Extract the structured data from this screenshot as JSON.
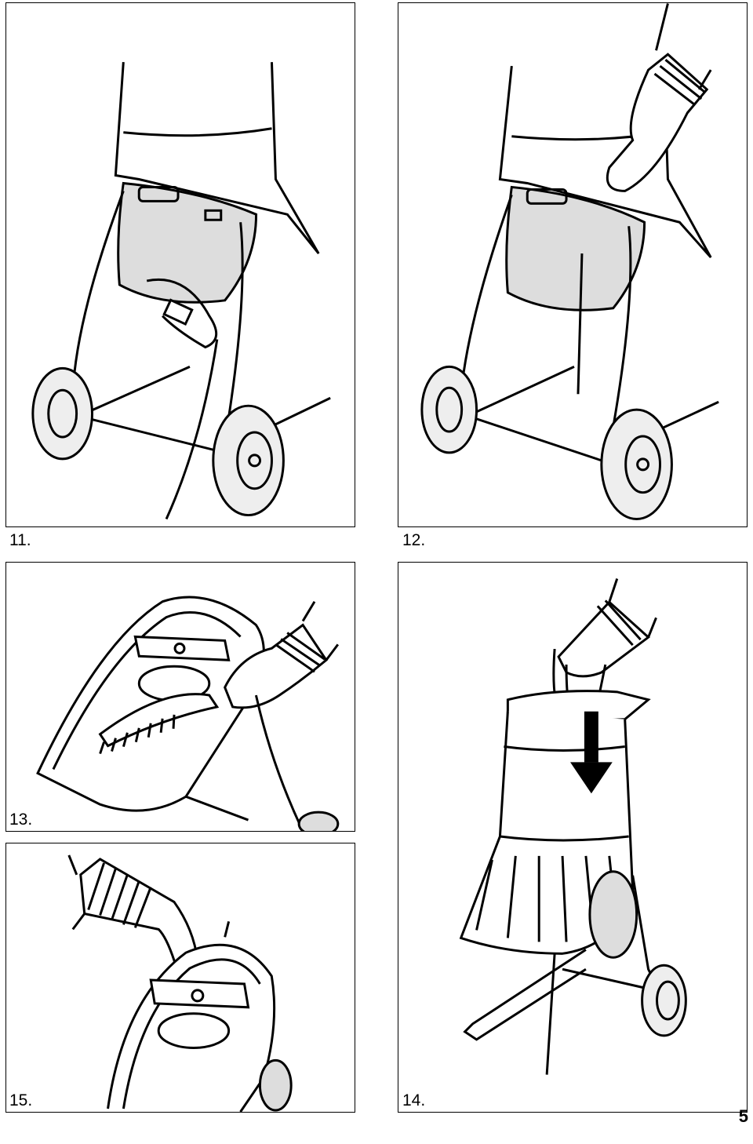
{
  "figures": [
    {
      "label": "11."
    },
    {
      "label": "12."
    },
    {
      "label": "13."
    },
    {
      "label": "15."
    },
    {
      "label": "14."
    }
  ],
  "page_number": "5"
}
